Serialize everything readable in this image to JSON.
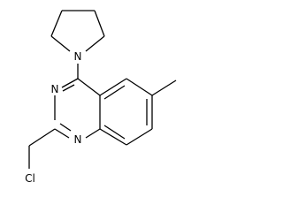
{
  "molecule": {
    "labels": {
      "pyrrolidine_nitrogen": "N",
      "ring_nitrogen_3": "N",
      "ring_nitrogen_1": "N",
      "chlorine": "Cl"
    },
    "colors": {
      "bond": "#000000",
      "label": "#000000",
      "background": "#ffffff"
    }
  }
}
